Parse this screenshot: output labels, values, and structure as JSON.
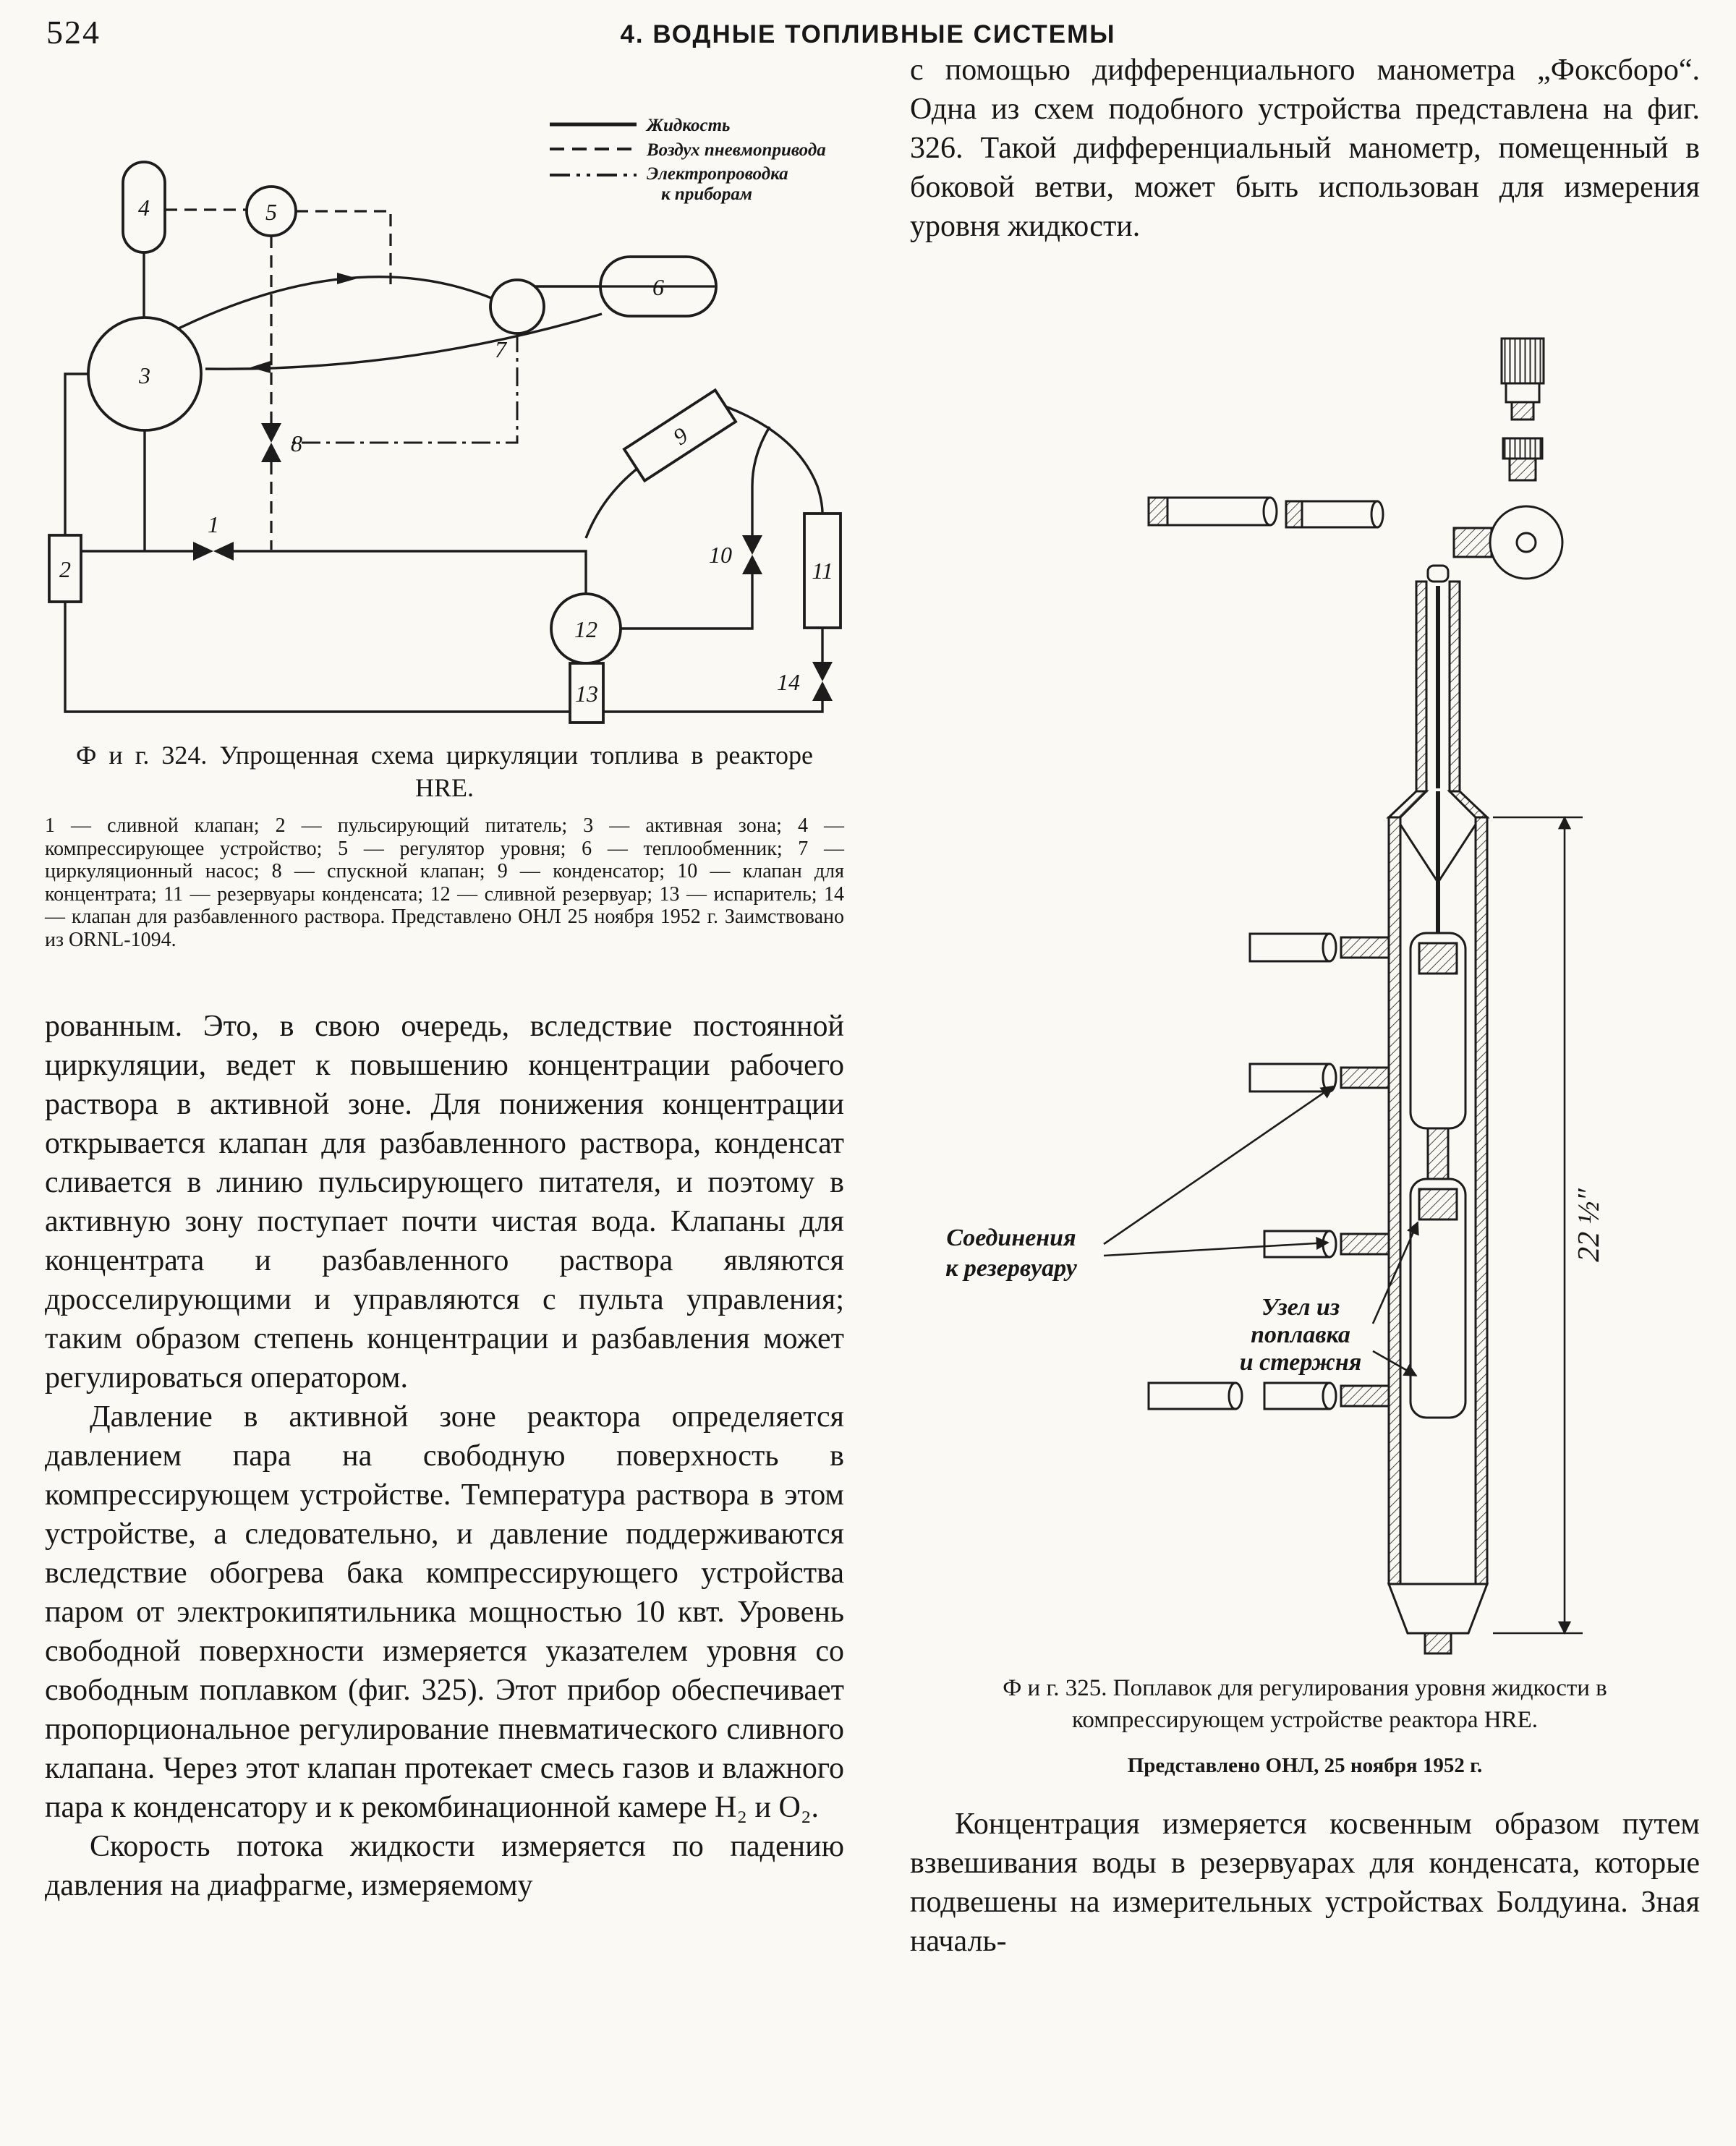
{
  "page": {
    "number": "524",
    "header": "4. ВОДНЫЕ ТОПЛИВНЫЕ СИСТЕМЫ"
  },
  "fig324": {
    "caption": "Ф и г. 324. Упрощенная схема циркуляции топлива в реакторе HRE.",
    "legend_text": "1 — сливной клапан; 2 — пульсирующий питатель; 3 — активная зона; 4 — компрессирующее устройство; 5 — регулятор уровня; 6 — теплообменник; 7 — циркуляционный насос; 8 — спускной клапан; 9 — конденсатор; 10 — клапан для концентрата; 11 — резервуары конденсата; 12 — сливной резервуар; 13 — испаритель; 14 — клапан для разбавленного раствора. Представлено ОНЛ 25 ноября 1952 г. Заимствовано из ORNL-1094.",
    "legend": {
      "solid": "Жидкость",
      "dashed": "Воздух пневмопривода",
      "dashdot1": "Электропроводка",
      "dashdot2": "к приборам"
    },
    "numbers": [
      "1",
      "2",
      "3",
      "4",
      "5",
      "6",
      "7",
      "8",
      "9",
      "10",
      "11",
      "12",
      "13",
      "14"
    ]
  },
  "left": {
    "para1": "рованным. Это, в свою очередь, вследствие постоянной циркуляции, ведет к повышению концентрации рабочего раствора в активной зоне. Для понижения концентрации открывается клапан для разбавленного раствора, конденсат сливается в линию пульсирующего питателя, и поэтому в активную зону поступает почти чистая вода. Клапаны для концентрата и разбавленного раствора являются дросселирующими и управляются с пульта управления; таким образом степень концентрации и разбавления может регулироваться оператором.",
    "para2": "Давление в активной зоне реактора определяется давлением пара на свободную поверхность в компрессирующем устройстве. Температура раствора в этом устройстве, а следовательно, и давление поддерживаются вследствие обогрева бака компрессирующего устройства паром от электрокипятильника мощностью 10 квт. Уровень свободной поверхности измеряется указателем уровня со свободным поплавком (фиг. 325). Этот прибор обеспечивает пропорциональное регулирование пневматического сливного клапана. Через этот клапан протекает смесь газов и влажного пара к конденсатору и к рекомбинационной камере H₂ и O₂.",
    "para3": "Скорость потока жидкости измеряется по падению давления на диафрагме, измеряемому"
  },
  "right": {
    "para1": "с помощью дифференциального манометра „Фоксборо“. Одна из схем подобного устройства представлена на фиг. 326. Такой дифференциальный манометр, помещенный в боковой ветви, может быть использован для измерения уровня жидкости.",
    "para2": "Концентрация измеряется косвенным образом путем взвешивания воды в резервуарах для конденсата, которые подвешены на измерительных устройствах Болдуина. Зная началь-"
  },
  "fig325": {
    "caption": "Ф и г. 325. Поплавок для регулирования уровня жидкости в компрессирующем устройстве реактора HRE.",
    "credit": "Представлено ОНЛ, 25 ноября 1952 г.",
    "label_conn1": "Соединения",
    "label_conn2": "к резервуару",
    "label_node1": "Узел из",
    "label_node2": "поплавка",
    "label_node3": "и стержня",
    "dimension": "22 ½″"
  }
}
